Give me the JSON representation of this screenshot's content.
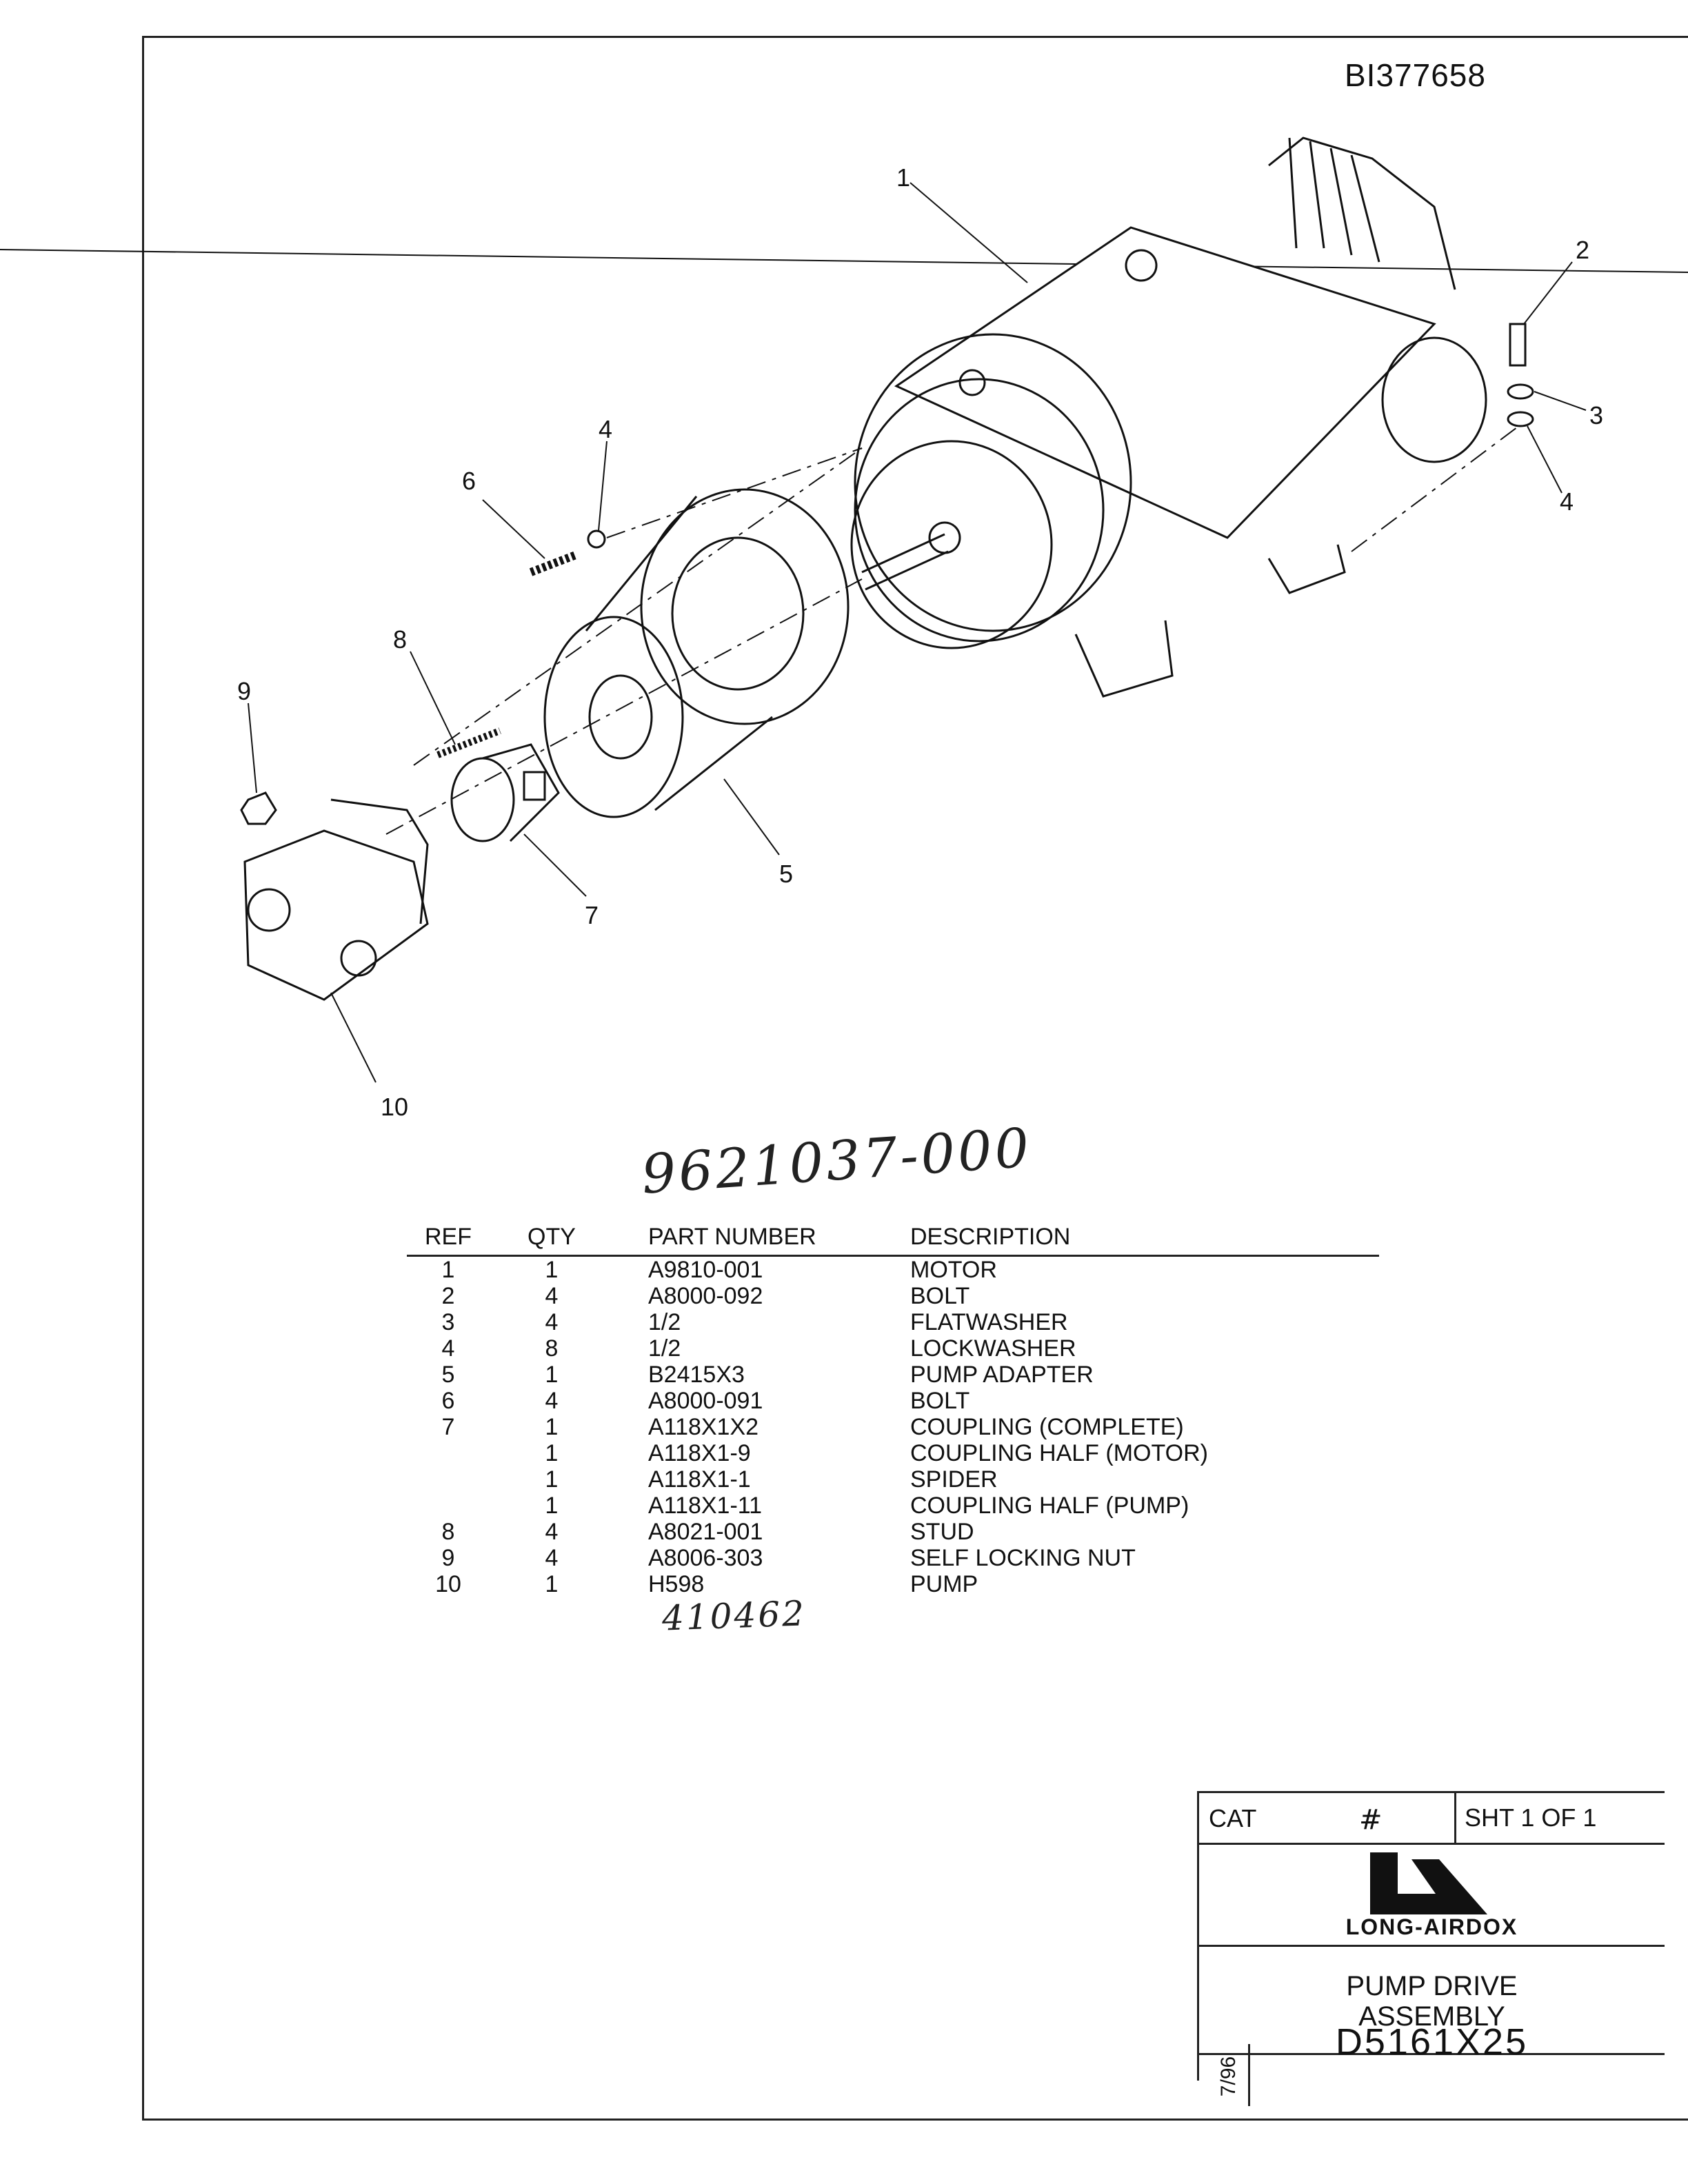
{
  "document": {
    "id": "BI377658",
    "handwritten_number": "9621037-000",
    "handwritten_note": "410462"
  },
  "callouts": [
    "1",
    "2",
    "3",
    "4",
    "4",
    "5",
    "6",
    "7",
    "8",
    "9",
    "10"
  ],
  "bom": {
    "headers": {
      "ref": "REF",
      "qty": "QTY",
      "part_number": "PART NUMBER",
      "description": "DESCRIPTION"
    },
    "rows": [
      {
        "ref": "1",
        "qty": "1",
        "part_number": "A9810-001",
        "description": "MOTOR"
      },
      {
        "ref": "2",
        "qty": "4",
        "part_number": "A8000-092",
        "description": "BOLT"
      },
      {
        "ref": "3",
        "qty": "4",
        "part_number": "1/2",
        "description": "FLATWASHER"
      },
      {
        "ref": "4",
        "qty": "8",
        "part_number": "1/2",
        "description": "LOCKWASHER"
      },
      {
        "ref": "5",
        "qty": "1",
        "part_number": "B2415X3",
        "description": "PUMP ADAPTER"
      },
      {
        "ref": "6",
        "qty": "4",
        "part_number": "A8000-091",
        "description": "BOLT"
      },
      {
        "ref": "7",
        "qty": "1",
        "part_number": "A118X1X2",
        "description": "COUPLING (COMPLETE)"
      },
      {
        "ref": "",
        "qty": "1",
        "part_number": "A118X1-9",
        "description": "COUPLING HALF (MOTOR)"
      },
      {
        "ref": "",
        "qty": "1",
        "part_number": "A118X1-1",
        "description": "SPIDER"
      },
      {
        "ref": "",
        "qty": "1",
        "part_number": "A118X1-11",
        "description": "COUPLING HALF (PUMP)"
      },
      {
        "ref": "8",
        "qty": "4",
        "part_number": "A8021-001",
        "description": "STUD"
      },
      {
        "ref": "9",
        "qty": "4",
        "part_number": "A8006-303",
        "description": "SELF LOCKING NUT"
      },
      {
        "ref": "10",
        "qty": "1",
        "part_number": "H598",
        "description": "PUMP"
      }
    ]
  },
  "title_block": {
    "cat_label": "CAT",
    "hash": "#",
    "sheet": "SHT 1    OF 1",
    "company": "LONG-AIRDOX",
    "title_line1": "PUMP DRIVE",
    "title_line2": "ASSEMBLY",
    "date": "7/96",
    "drawing_number": "D5161X25"
  }
}
